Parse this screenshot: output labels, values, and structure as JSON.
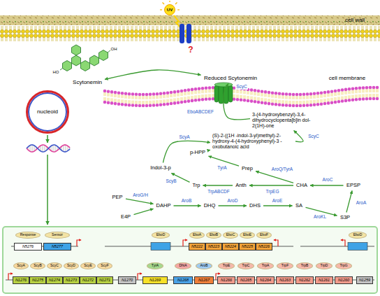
{
  "diagram": {
    "nodes": [
      {
        "text": [
          "UV"
        ]
      },
      {
        "text": [
          "Scytonemin"
        ]
      },
      {
        "text": [
          "Reduced Scytonemin"
        ]
      },
      {
        "text": [
          "nucleoid"
        ]
      },
      {
        "text": [
          "3-(4-hydroxybenzyl)-3,4- dihydrocyclopenta[b]in dol-2(1H)-one"
        ]
      },
      {
        "text": [
          "(S)-2-((1H -indol-3-yl)methyl)-2- hydroxy-4-(4-hydroxyphenyl)-3 - oxobutanoic acid"
        ]
      },
      {
        "text": [
          "p-HPP"
        ]
      },
      {
        "text": [
          "Indol-3-p"
        ]
      },
      {
        "text": [
          "Prep"
        ]
      },
      {
        "text": [
          "Trp"
        ]
      },
      {
        "text": [
          "Anth"
        ]
      },
      {
        "text": [
          "CHA"
        ]
      },
      {
        "text": [
          "EPSP"
        ]
      },
      {
        "text": [
          "PEP"
        ]
      },
      {
        "text": [
          "E4P"
        ]
      },
      {
        "text": [
          "DAHP"
        ]
      },
      {
        "text": [
          "DHQ"
        ]
      },
      {
        "text": [
          "DHS"
        ]
      },
      {
        "text": [
          "SA"
        ]
      },
      {
        "text": [
          "S3P"
        ]
      },
      {
        "text": [
          "Response"
        ]
      },
      {
        "text": [
          "Sensor"
        ]
      },
      {
        "text": [
          "N5276"
        ]
      },
      {
        "text": [
          "N5277"
        ]
      },
      {
        "text": [
          "EboD"
        ]
      },
      {
        "text": [
          "EboA"
        ]
      },
      {
        "text": [
          "EboB"
        ]
      },
      {
        "text": [
          "EboC"
        ]
      },
      {
        "text": [
          "EboE"
        ]
      },
      {
        "text": [
          "EboF"
        ]
      },
      {
        "text": [
          "N5222"
        ]
      },
      {
        "text": [
          "N5223"
        ]
      },
      {
        "text": [
          "N5224"
        ]
      },
      {
        "text": [
          "N5225"
        ]
      },
      {
        "text": [
          "N5226"
        ]
      },
      {
        "text": [
          "EboD"
        ]
      },
      {
        "text": [
          "ScyA"
        ]
      },
      {
        "text": [
          "ScyB"
        ]
      },
      {
        "text": [
          "ScyC"
        ]
      },
      {
        "text": [
          "ScyD"
        ]
      },
      {
        "text": [
          "ScyE"
        ]
      },
      {
        "text": [
          "ScyF"
        ]
      },
      {
        "text": [
          "N1276"
        ]
      },
      {
        "text": [
          "N1275"
        ]
      },
      {
        "text": [
          "N1274"
        ]
      },
      {
        "text": [
          "N1273"
        ]
      },
      {
        "text": [
          "N1272"
        ]
      },
      {
        "text": [
          "N1271"
        ]
      },
      {
        "text": [
          "N1270"
        ]
      },
      {
        "text": [
          "TyrA"
        ]
      },
      {
        "text": [
          "DhtA"
        ]
      },
      {
        "text": [
          "AroB"
        ]
      },
      {
        "text": [
          "N1269"
        ]
      },
      {
        "text": [
          "N1268"
        ]
      },
      {
        "text": [
          "N1267"
        ]
      },
      {
        "text": [
          "TrpE"
        ]
      },
      {
        "text": [
          "TrpC"
        ]
      },
      {
        "text": [
          "TrpA"
        ]
      },
      {
        "text": [
          "TrpF"
        ]
      },
      {
        "text": [
          "TrpB"
        ]
      },
      {
        "text": [
          "TrpD"
        ]
      },
      {
        "text": [
          "TrpG"
        ]
      },
      {
        "text": [
          "N1266"
        ]
      },
      {
        "text": [
          "N1265"
        ]
      },
      {
        "text": [
          "N1264"
        ]
      },
      {
        "text": [
          "N1263"
        ]
      },
      {
        "text": [
          "N1262"
        ]
      },
      {
        "text": [
          "N1261"
        ]
      },
      {
        "text": [
          "N1260"
        ]
      },
      {
        "text": [
          "N1259"
        ]
      }
    ],
    "edges": [
      {
        "from": 1,
        "to": 2,
        "arrow": "both"
      },
      {
        "from": 4,
        "to": 2,
        "label": "ScyC",
        "arrow": "to"
      },
      {
        "from": 5,
        "to": 4,
        "label": "ScyC",
        "arrow": "to"
      },
      {
        "from": 7,
        "to": 5,
        "label": "ScyA",
        "arrow": "to"
      },
      {
        "from": 6,
        "to": 5,
        "arrow": "to"
      },
      {
        "from": 8,
        "to": 6,
        "label": "TyrA",
        "arrow": "to"
      },
      {
        "from": 11,
        "to": 8,
        "label": "AroQ/TyrA",
        "arrow": "to"
      },
      {
        "from": 9,
        "to": 7,
        "label": "ScyB",
        "arrow": "to"
      },
      {
        "from": 10,
        "to": 9,
        "label": "TrpABCDF",
        "arrow": "to"
      },
      {
        "from": 11,
        "to": 10,
        "label": "TrpEG",
        "arrow": "to"
      },
      {
        "from": 12,
        "to": 11,
        "label": "AroC",
        "arrow": "to"
      },
      {
        "from": 19,
        "to": 12,
        "label": "AroA",
        "arrow": "to"
      },
      {
        "from": 18,
        "to": 19,
        "label": "AroKL",
        "arrow": "to"
      },
      {
        "from": 17,
        "to": 18,
        "label": "AroE",
        "arrow": "to"
      },
      {
        "from": 16,
        "to": 17,
        "label": "AroD",
        "arrow": "to"
      },
      {
        "from": 15,
        "to": 16,
        "label": "AroB",
        "arrow": "to"
      },
      {
        "from": 13,
        "to": 15,
        "label": "AroG/H",
        "arrow": "to"
      },
      {
        "from": 14,
        "to": 15,
        "arrow": "to"
      }
    ],
    "labels": [
      "cell wall",
      "?",
      "OH",
      "HO",
      "cell membrane",
      "EboABCDEF"
    ]
  }
}
